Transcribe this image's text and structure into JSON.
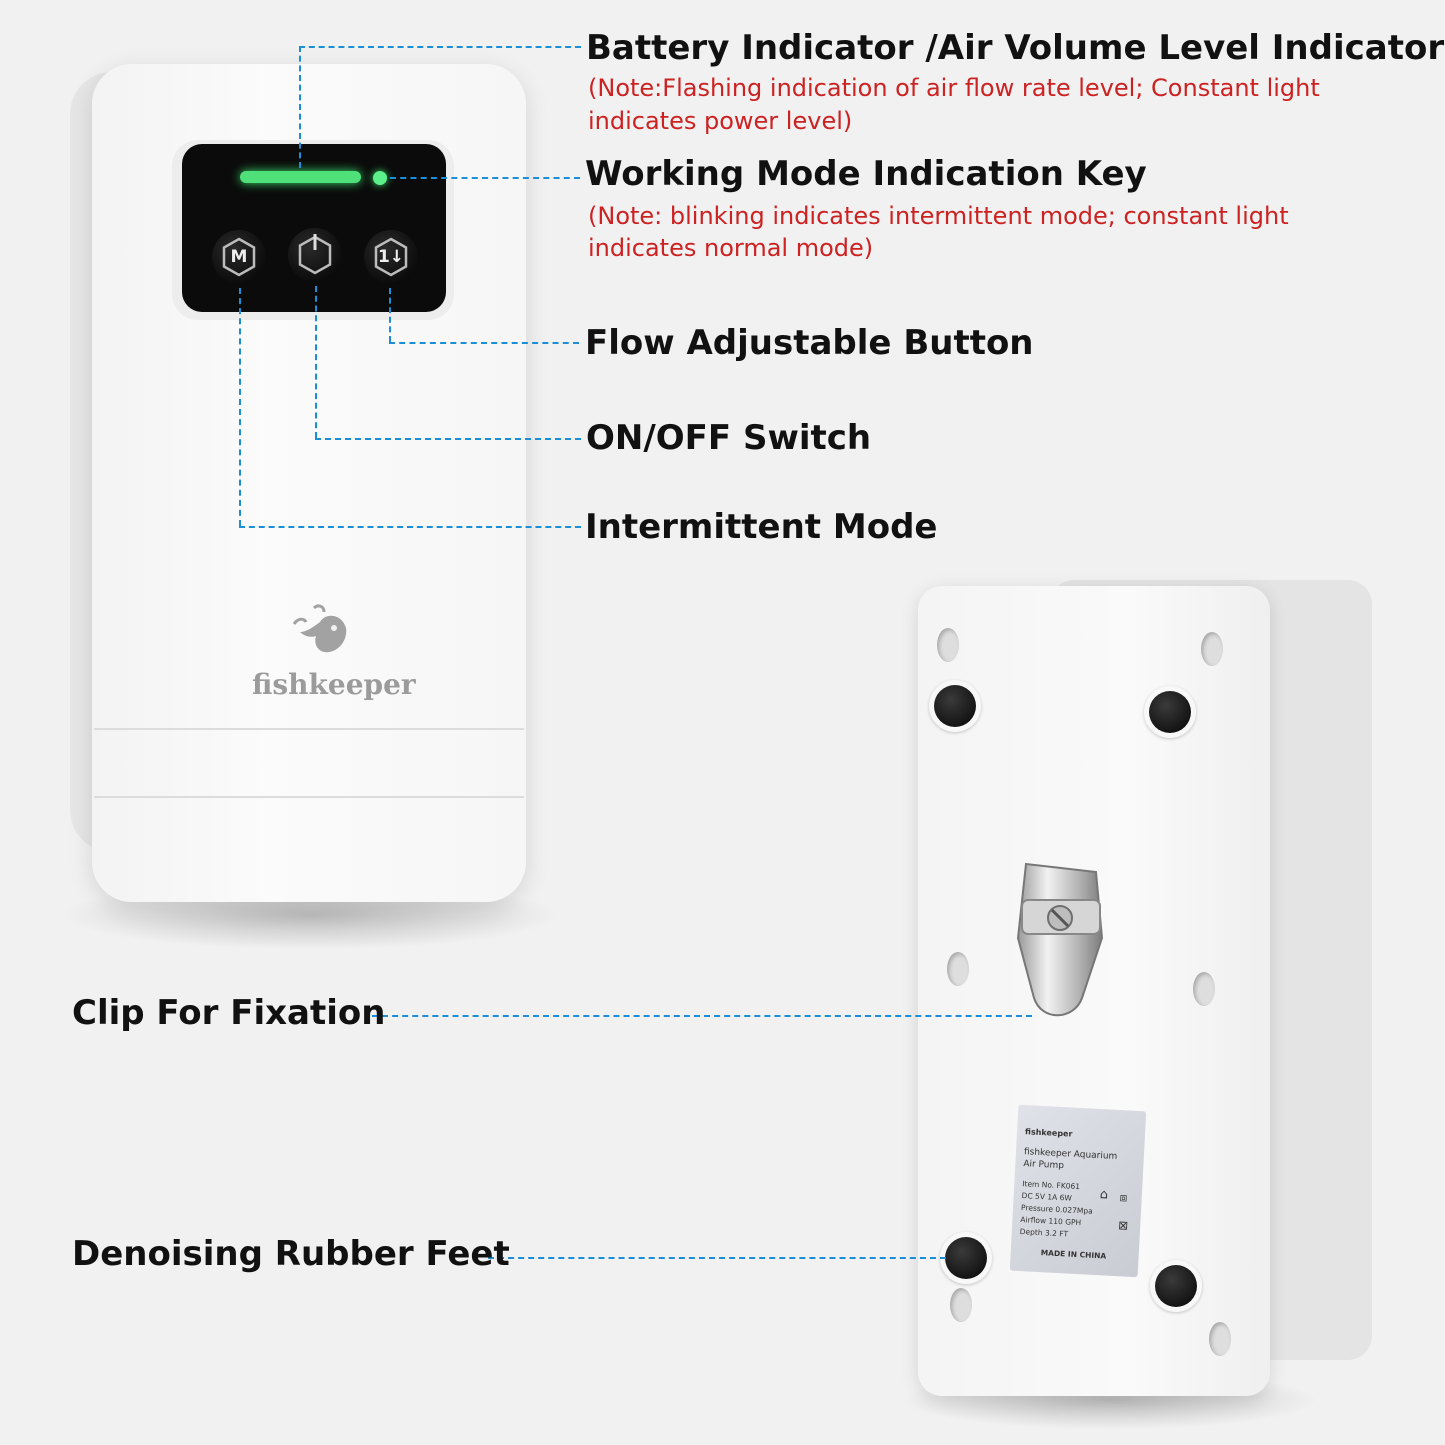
{
  "annotations": {
    "battery": {
      "title": "Battery Indicator /Air Volume Level Indicator",
      "note_line1": "(Note:Flashing indication of air flow rate level; Constant light",
      "note_line2": "indicates power level)"
    },
    "working_mode": {
      "title": "Working Mode Indication Key",
      "note_line1": "(Note: blinking indicates intermittent mode; constant light",
      "note_line2": "indicates normal mode)"
    },
    "flow": {
      "title": "Flow Adjustable Button"
    },
    "onoff": {
      "title": "ON/OFF Switch"
    },
    "intermittent": {
      "title": "Intermittent Mode"
    },
    "clip": {
      "title": "Clip For Fixation"
    },
    "feet": {
      "title": "Denoising Rubber Feet"
    }
  },
  "device": {
    "brand": "fishkeeper",
    "buttons": {
      "mode": "M",
      "power": "power-icon",
      "flow": "1↓"
    },
    "led_color": "#4fe07a",
    "body_color": "#f6f6f6"
  },
  "rating_label": {
    "brand": "fishkeeper",
    "product_line1": "fishkeeper Aquarium",
    "product_line2": "Air Pump",
    "item_no": "Item No.  FK061",
    "power": "DC 5V 1A   6W",
    "pressure": "Pressure 0.027Mpa",
    "airflow": "Airflow 110 GPH",
    "depth": "Depth  3.2 FT",
    "origin": "MADE IN CHINA"
  },
  "colors": {
    "leader_line": "#1a8fd8",
    "note_text": "#cc2222",
    "title_text": "#111111"
  }
}
